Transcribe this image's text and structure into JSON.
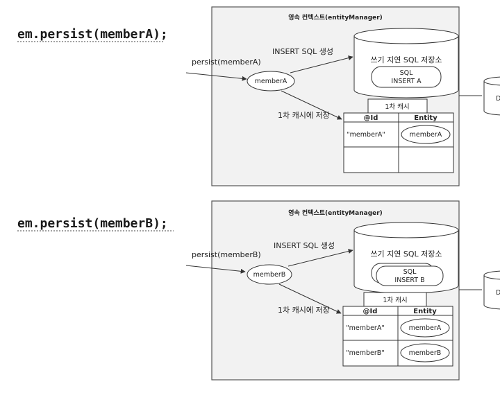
{
  "panels": [
    {
      "code": "em.persist(memberA);",
      "context_title": "영속 컨텍스트(entityManager)",
      "persist_call": "persist(memberA)",
      "entity_name": "memberA",
      "insert_label": "INSERT SQL 생성",
      "store_label": "쓰기 지연 SQL 저장소",
      "sql_stack": [
        {
          "line1": "SQL",
          "line2": "INSERT A"
        }
      ],
      "cache_save_label": "1차 캐시에 저장",
      "cache_title": "1차 캐시",
      "cache_headers": [
        "@Id",
        "Entity"
      ],
      "cache_rows": [
        {
          "id": "\"memberA\"",
          "entity": "memberA"
        },
        {
          "id": "",
          "entity": ""
        }
      ],
      "db_label": "D"
    },
    {
      "code": "em.persist(memberB);",
      "context_title": "영속 컨텍스트(entityManager)",
      "persist_call": "persist(memberB)",
      "entity_name": "memberB",
      "insert_label": "INSERT SQL 생성",
      "store_label": "쓰기 지연 SQL 저장소",
      "sql_stack": [
        {
          "line1": "",
          "line2": ""
        },
        {
          "line1": "SQL",
          "line2": "INSERT B"
        }
      ],
      "cache_save_label": "1차 캐시에 저장",
      "cache_title": "1차 캐시",
      "cache_headers": [
        "@Id",
        "Entity"
      ],
      "cache_rows": [
        {
          "id": "\"memberA\"",
          "entity": "memberA"
        },
        {
          "id": "\"memberB\"",
          "entity": "memberB"
        }
      ],
      "db_label": "D"
    }
  ],
  "colors": {
    "panel_fill": "#f2f2f2",
    "panel_stroke": "#555555",
    "shape_fill": "#ffffff",
    "line": "#333333"
  }
}
